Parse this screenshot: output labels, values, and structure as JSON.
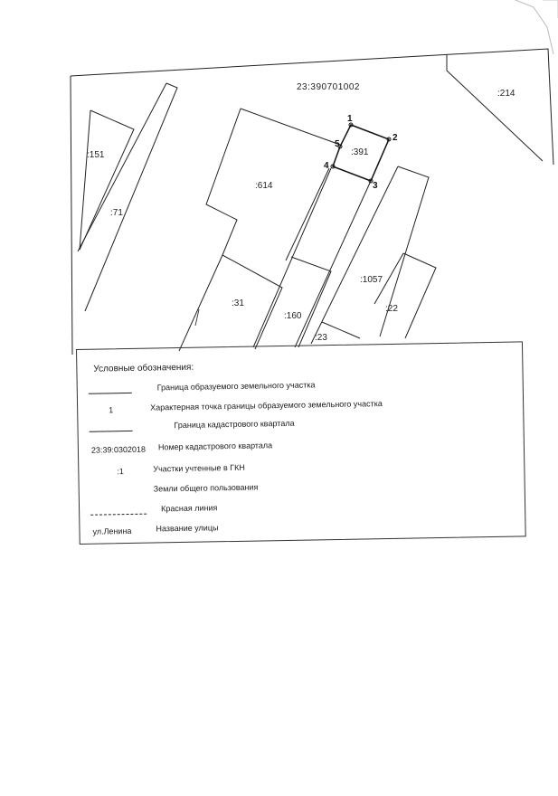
{
  "map": {
    "quarter_number": "23:390701002",
    "parcels": {
      "p214": ":214",
      "p151": ":151",
      "p71": ":71",
      "p614": ":614",
      "p391": ":391",
      "p1057": ":1057",
      "p31": ":31",
      "p160": ":160",
      "p22": ":22",
      "p23": ":23"
    },
    "points": [
      "1",
      "2",
      "3",
      "4",
      "5"
    ]
  },
  "legend": {
    "title": "Условные обозначения:",
    "rows": [
      {
        "symbol": "",
        "text": "Граница образуемого земельного участка"
      },
      {
        "symbol": "1",
        "text": "Характерная точка границы образуемого земельного участка"
      },
      {
        "symbol": "",
        "text": "Граница кадастрового квартала"
      },
      {
        "symbol": "23:39:0302018",
        "text": "Номер кадастрового квартала"
      },
      {
        "symbol": ":1",
        "text": "Участки учтенные в ГКН"
      },
      {
        "symbol": "",
        "text": "Земли общего пользования"
      },
      {
        "symbol": "",
        "text": "Красная линия"
      },
      {
        "symbol": "ул.Ленина",
        "text": "Название улицы"
      }
    ]
  }
}
